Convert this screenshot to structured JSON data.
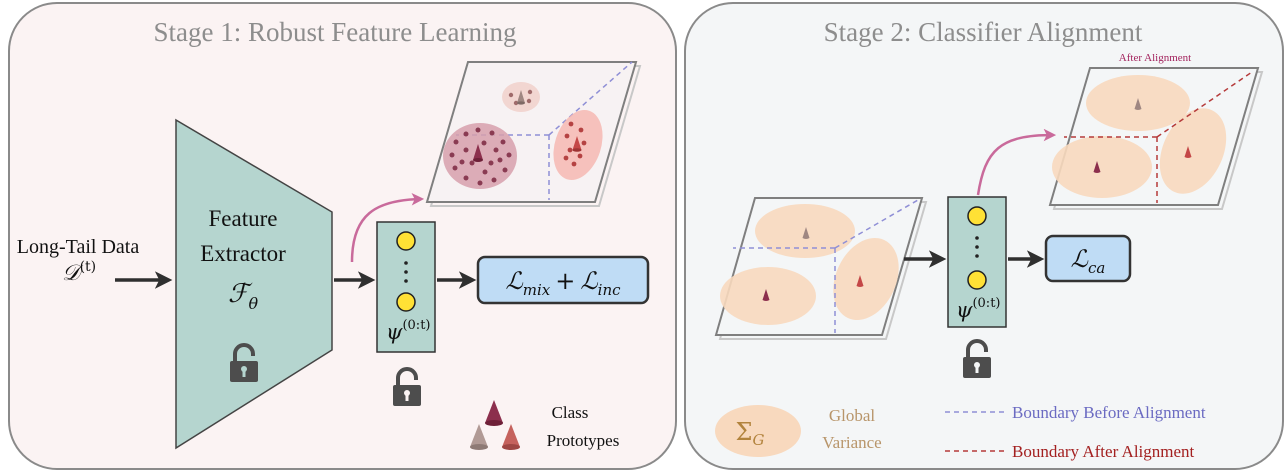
{
  "stage1": {
    "title": "Stage 1: Robust Feature Learning",
    "input_label": "Long-Tail Data",
    "input_symbol": "𝒟",
    "input_superscript": "(t)",
    "extractor_line1": "Feature",
    "extractor_line2": "Extractor",
    "extractor_symbol": "ℱ",
    "extractor_subscript": "θ",
    "classifier_symbol": "ψ",
    "classifier_superscript": "(0:t)",
    "loss_part1": "ℒ",
    "loss_sub1": "mix",
    "loss_plus": "+",
    "loss_part2": "ℒ",
    "loss_sub2": "inc",
    "legend_line1": "Class",
    "legend_line2": "Prototypes"
  },
  "stage2": {
    "title": "Stage 2: Classifier Alignment",
    "after_label": "After Alignment",
    "classifier_symbol": "ψ",
    "classifier_superscript": "(0:t)",
    "loss_symbol": "ℒ",
    "loss_sub": "ca",
    "variance_symbol": "Σ",
    "variance_sub": "G",
    "variance_line1": "Global",
    "variance_line2": "Variance",
    "boundary_before": "Boundary Before Alignment",
    "boundary_after": "Boundary After Alignment"
  },
  "colors": {
    "stage1_bg": "#fbf3f3",
    "stage2_bg": "#f4f6f7",
    "panel_border": "#8a8a8a",
    "extractor_fill": "#b5d5cf",
    "classifier_fill": "#b5d5cf",
    "neuron_fill": "#ffe135",
    "loss_fill": "#bfdcf5",
    "variance_fill": "#f8d9be",
    "arrow_magenta": "#c96a9b",
    "boundary_before": "#8f8fd6",
    "boundary_after": "#b53a3a",
    "title_gray": "#8d8d8d"
  },
  "icons": {
    "lock": "padlock-icon",
    "prototype": "cone-icon"
  }
}
